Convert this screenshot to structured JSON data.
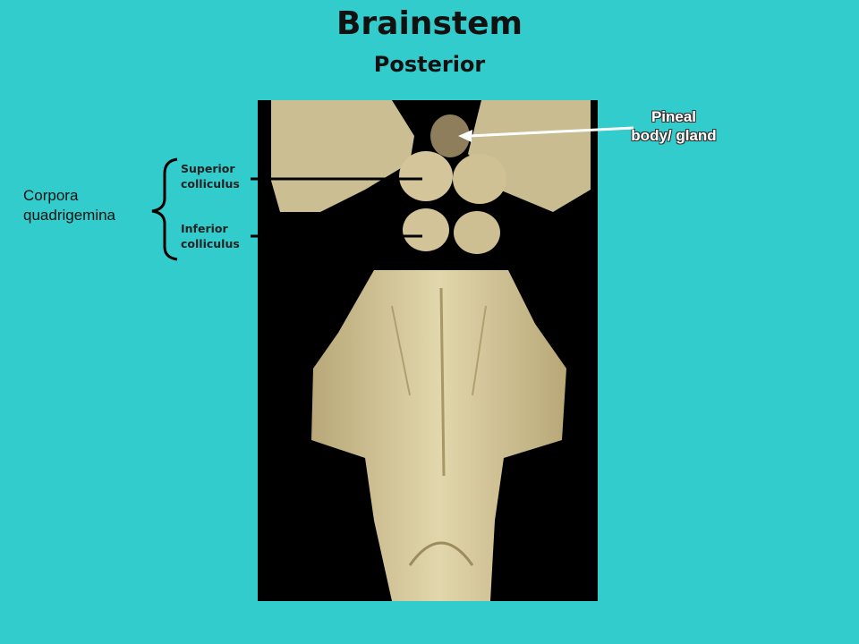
{
  "title": "Brainstem",
  "subtitle": "Posterior",
  "labels": {
    "group_line1": "Corpora",
    "group_line2": "quadrigemina",
    "superior_line1": "Superior",
    "superior_line2": "colliculus",
    "inferior_line1": "Inferior",
    "inferior_line2": "colliculus",
    "pineal_line1": "Pineal",
    "pineal_line2": "body/ gland"
  },
  "colors": {
    "background": "#33CCCC",
    "photo_background": "#000000",
    "tissue": "#D8CCA0"
  }
}
